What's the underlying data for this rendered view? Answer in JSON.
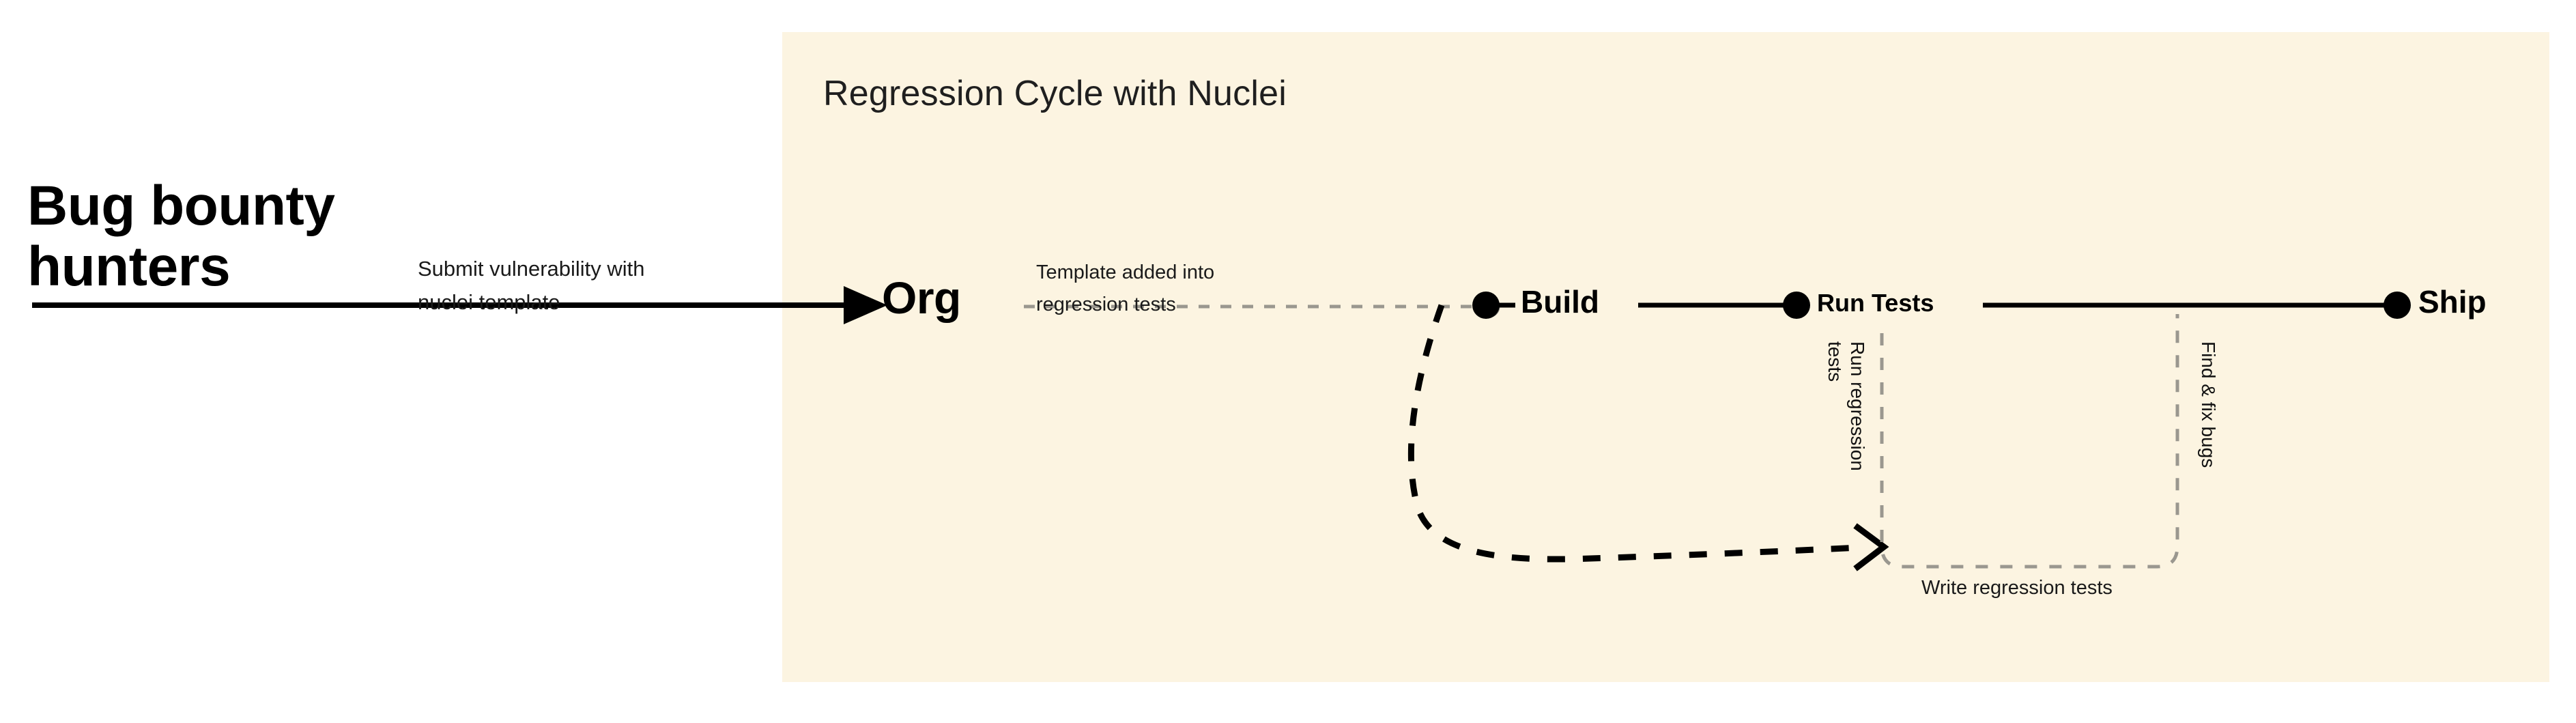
{
  "diagram": {
    "title": "Regression Cycle with Nuclei",
    "panel_color": "#fcf4e1",
    "page_background": "#ffffff",
    "line_color": "#000000",
    "dashed_color": "#9a978f",
    "actor": {
      "line1": "Bug bounty",
      "line2": "hunters"
    },
    "edges": {
      "submit": "Submit vulnerability with\nnuclei template",
      "template_added": "Template added into\nregression tests",
      "run_regression": "Run regression\ntests",
      "find_fix": "Find & fix bugs",
      "write_regression": "Write regression tests"
    },
    "nodes": [
      {
        "id": "org",
        "label": "Org"
      },
      {
        "id": "build",
        "label": "Build"
      },
      {
        "id": "run-tests",
        "label": "Run Tests"
      },
      {
        "id": "ship",
        "label": "Ship"
      }
    ]
  }
}
